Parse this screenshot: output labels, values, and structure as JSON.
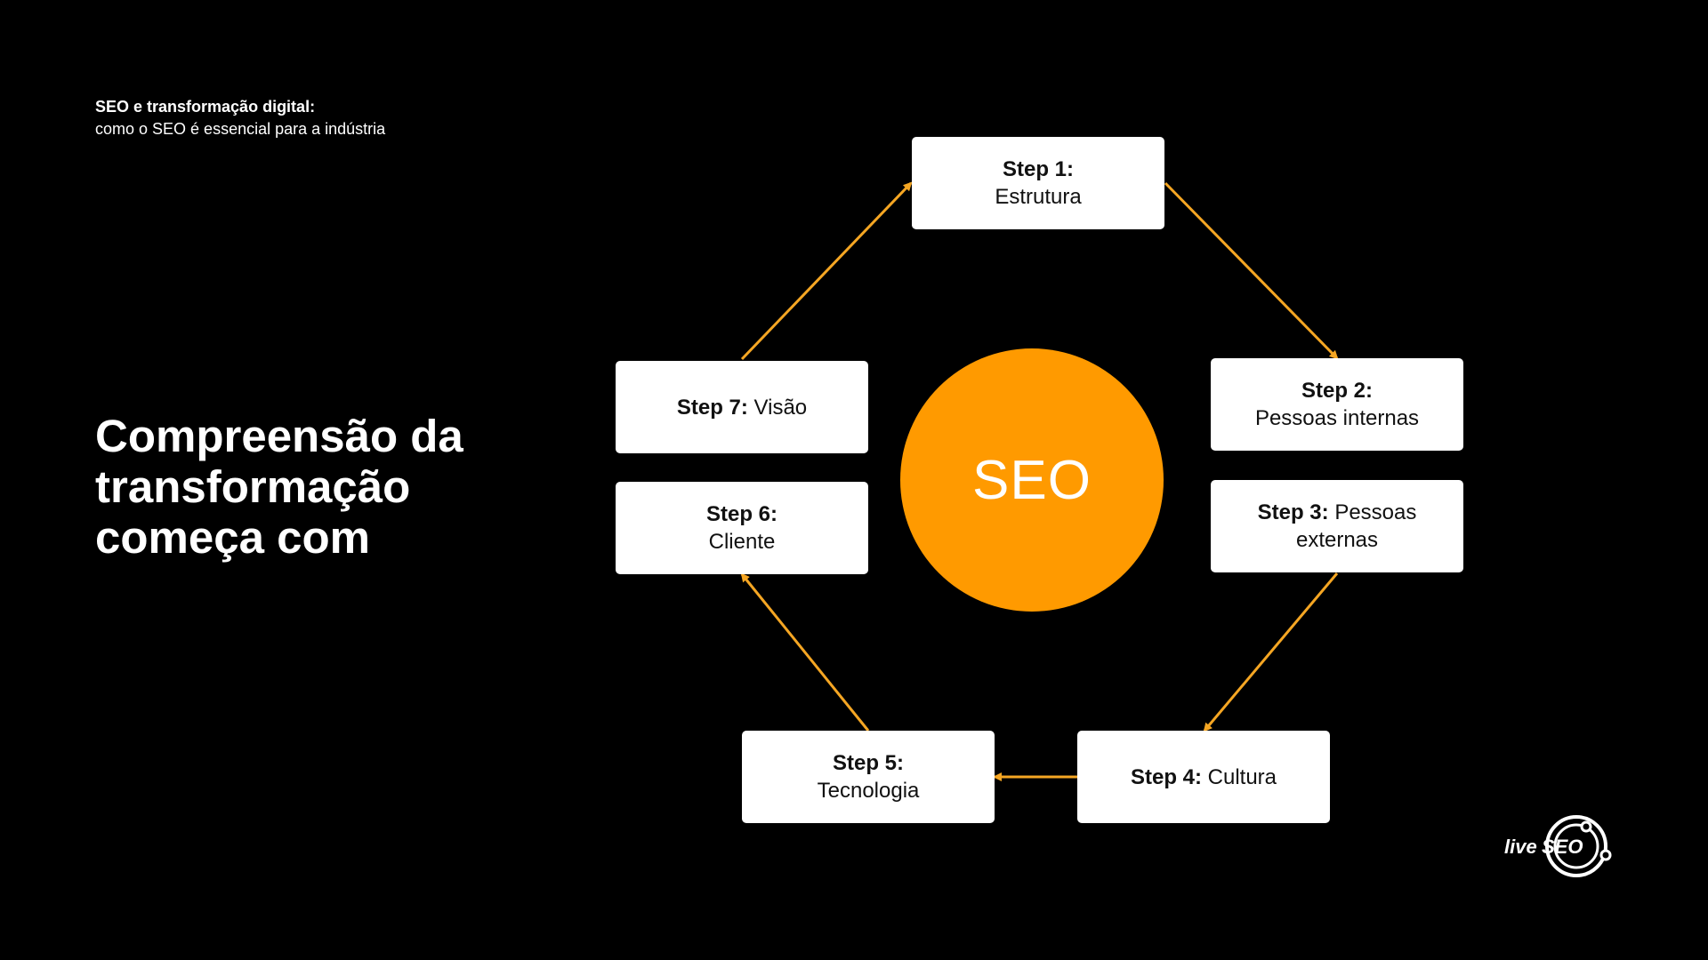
{
  "header": {
    "title_bold": "SEO e transformação digital:",
    "title_regular": "como o SEO é essencial para a indústria"
  },
  "headline": {
    "lines": [
      "Compreensão da",
      "transformação",
      "começa com"
    ]
  },
  "center": {
    "label": "SEO"
  },
  "steps": [
    {
      "label": "Step 1:",
      "text": "Estrutura"
    },
    {
      "label": "Step 2:",
      "text": "Pessoas internas"
    },
    {
      "label": "Step 3:",
      "text": "Pessoas externas"
    },
    {
      "label": "Step 4:",
      "text": "Cultura"
    },
    {
      "label": "Step 5:",
      "text": "Tecnologia"
    },
    {
      "label": "Step 6:",
      "text": "Cliente"
    },
    {
      "label": "Step 7:",
      "text": "Visão"
    }
  ],
  "logo": {
    "text_live": "live",
    "text_seo": "SEO"
  },
  "colors": {
    "background": "#000000",
    "accent": "#FF9A00",
    "box": "#FFFFFF",
    "arrow": "#F5A623"
  }
}
